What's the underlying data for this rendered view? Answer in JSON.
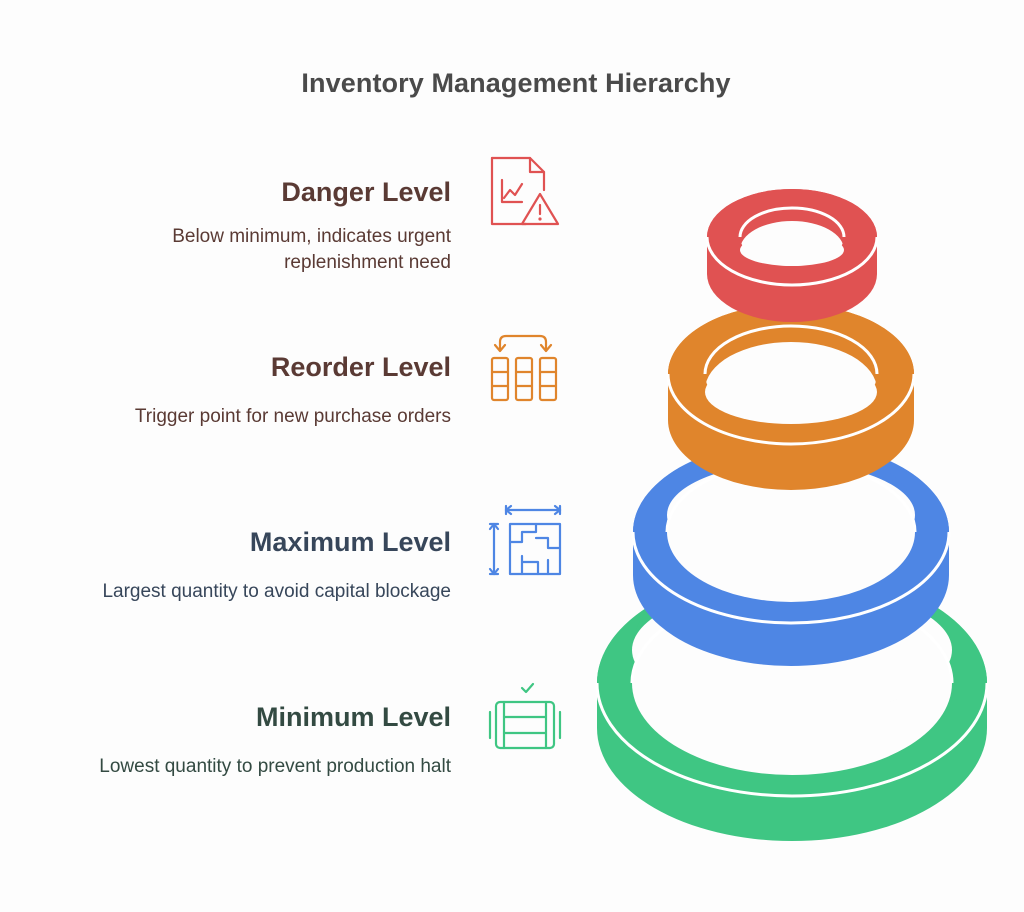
{
  "title": "Inventory Management Hierarchy",
  "levels": [
    {
      "name": "Danger Level",
      "description_lines": [
        "Below minimum, indicates urgent",
        "replenishment need"
      ],
      "color": "#e05252",
      "text_color": "#5a3a34",
      "icon": "chart-warning-icon"
    },
    {
      "name": "Reorder Level",
      "description_lines": [
        "Trigger point for new purchase orders"
      ],
      "color": "#e0852c",
      "text_color": "#5a3a34",
      "icon": "reorder-swap-icon"
    },
    {
      "name": "Maximum Level",
      "description_lines": [
        "Largest quantity to avoid capital blockage"
      ],
      "color": "#4e86e4",
      "text_color": "#37465a",
      "icon": "floorplan-dimensions-icon"
    },
    {
      "name": "Minimum Level",
      "description_lines": [
        "Lowest quantity to prevent production halt"
      ],
      "color": "#3fc683",
      "text_color": "#334a42",
      "icon": "storage-check-icon"
    }
  ]
}
